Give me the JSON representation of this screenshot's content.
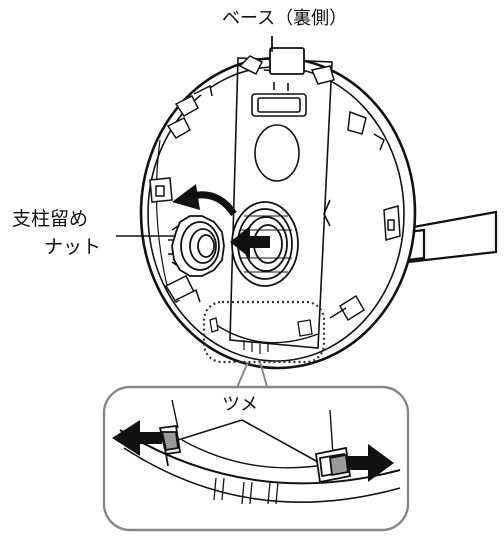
{
  "labels": {
    "base_back": "ベース（裏側）",
    "pillar_nut_line1": "支柱留め",
    "pillar_nut_line2": "ナット",
    "tab": "ツメ"
  },
  "colors": {
    "stroke": "#111111",
    "fill": "#ffffff",
    "dotted_callout": "#333333",
    "zoom_frame": "#888888",
    "tab_gray": "#9a9a9a",
    "arrow": "#111111"
  },
  "icons": {
    "release_arrow": "arrow-right",
    "rotate_arrow": "curved-arrow"
  }
}
